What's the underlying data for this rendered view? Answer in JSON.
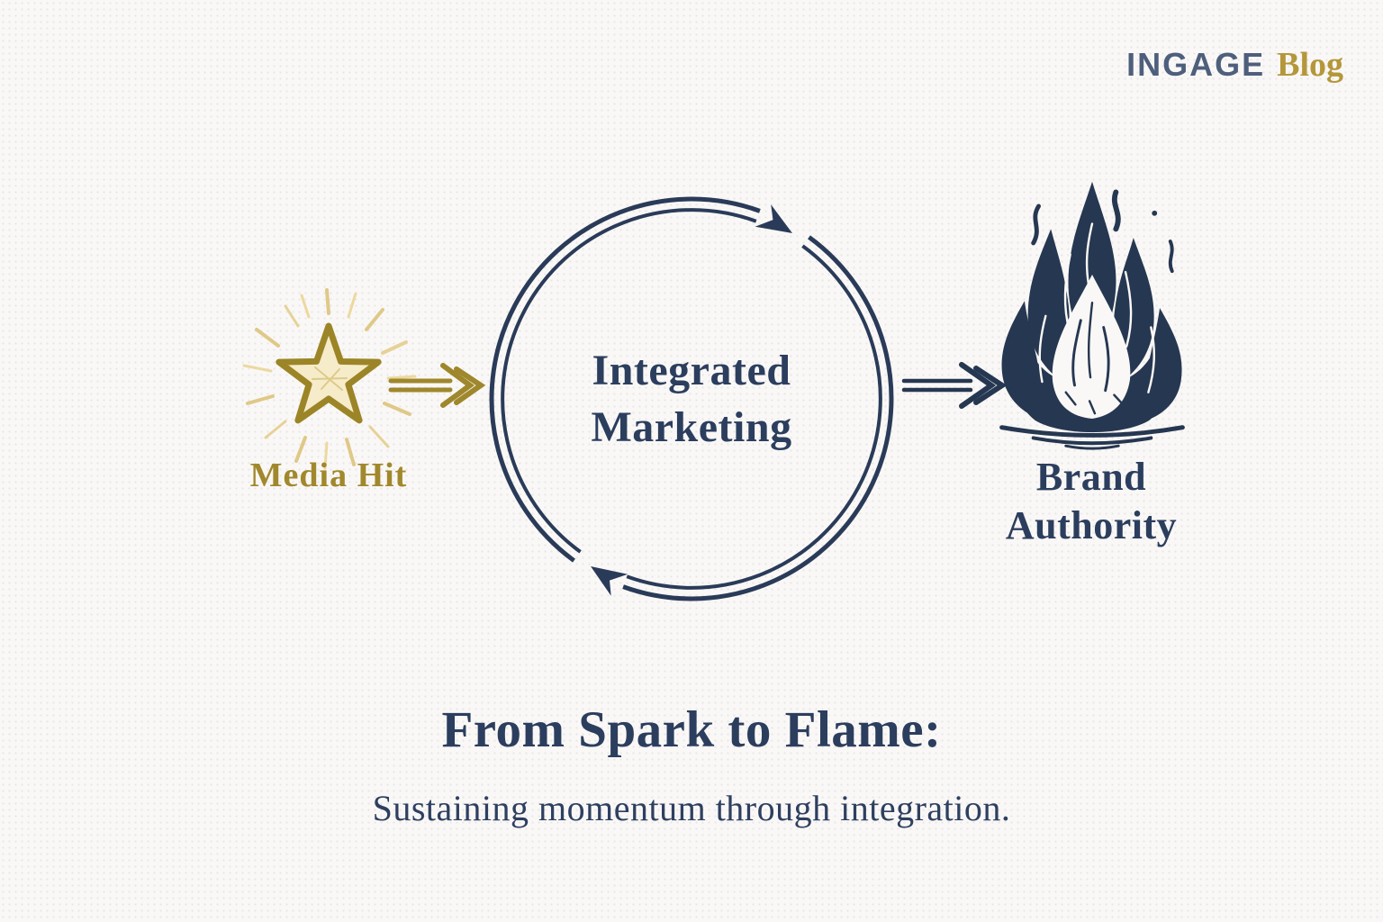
{
  "logo": {
    "brand": "INGAGE",
    "suffix": "Blog",
    "brand_color": "#4e5f7d",
    "suffix_color": "#b4973b"
  },
  "diagram": {
    "media_hit": {
      "label": "Media Hit",
      "icon": "star-spark-icon",
      "color": "#a1882c"
    },
    "arrow_left": {
      "icon": "double-chevron-arrow-right-icon",
      "color": "#9f872c"
    },
    "cycle": {
      "label": "Integrated Marketing",
      "icon": "cycle-circle-arrows-icon",
      "direction": "clockwise",
      "color": "#2a3b59"
    },
    "arrow_right": {
      "icon": "double-chevron-arrow-right-icon",
      "color": "#263751"
    },
    "brand_authority": {
      "label": "Brand Authority",
      "icon": "flame-icon",
      "color": "#2c3e5e"
    }
  },
  "caption": {
    "title": "From Spark to Flame:",
    "subtitle": "Sustaining momentum through integration."
  },
  "colors": {
    "background": "#faf8f6",
    "navy_text": "#2c3e5e",
    "navy_graphic": "#263751",
    "gold": "#a1882c",
    "gold_light": "#dfc988"
  }
}
